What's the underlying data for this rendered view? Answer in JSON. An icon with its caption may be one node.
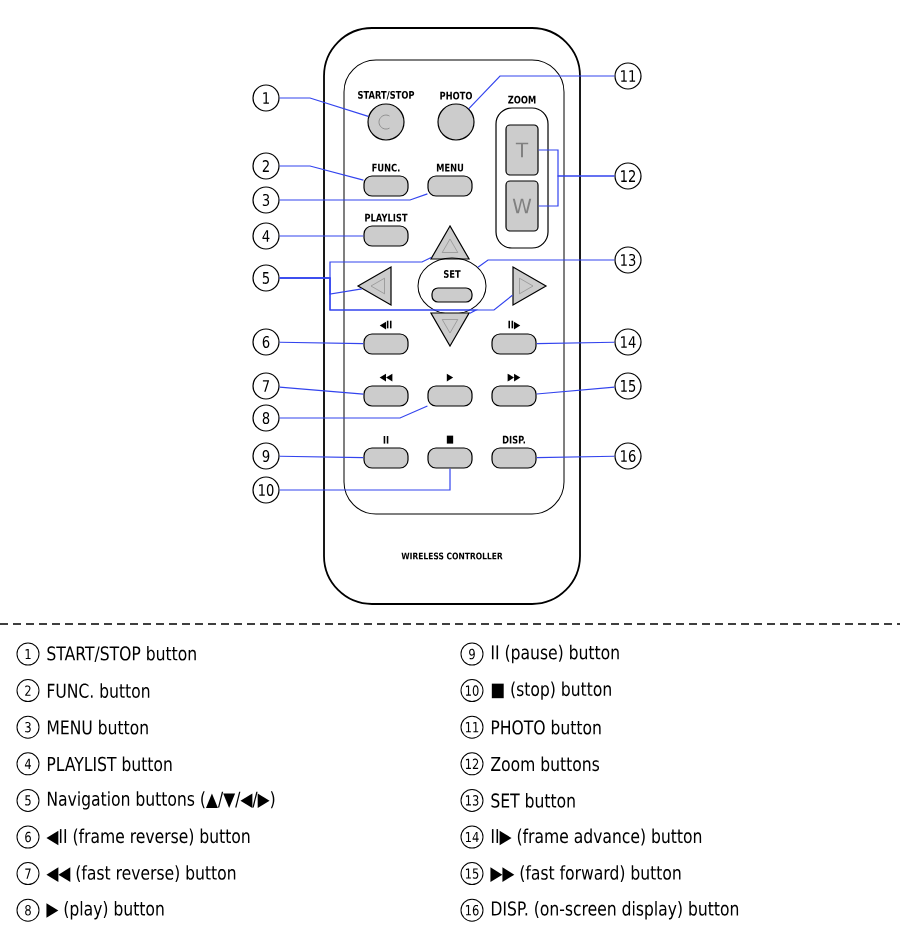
{
  "diagram": {
    "nodes": [
      {
        "text": [
          "WIRELESS CONTROLLER"
        ]
      },
      {
        "text": [
          "START/STOP"
        ],
        "in": 0
      },
      {
        "text": [
          "PHOTO"
        ],
        "in": 0
      },
      {
        "text": [
          "ZOOM"
        ],
        "in": 0
      },
      {
        "text": [
          "T"
        ],
        "in": 3
      },
      {
        "text": [
          "W"
        ],
        "in": 3
      },
      {
        "text": [
          "FUNC."
        ],
        "in": 0
      },
      {
        "text": [
          "MENU"
        ],
        "in": 0
      },
      {
        "text": [
          "PLAYLIST"
        ],
        "in": 0
      },
      {
        "text": [],
        "shape": "triangle",
        "in": 0
      },
      {
        "text": [],
        "shape": "triangle",
        "in": 0
      },
      {
        "text": [
          "SET"
        ],
        "in": 0
      },
      {
        "text": [],
        "shape": "triangle",
        "in": 0
      },
      {
        "text": [],
        "shape": "triangle",
        "in": 0
      },
      {
        "text": [
          "◀II"
        ],
        "in": 0
      },
      {
        "text": [
          "II▶"
        ],
        "in": 0
      },
      {
        "text": [
          "◀◀"
        ],
        "in": 0
      },
      {
        "text": [
          "▶"
        ],
        "in": 0
      },
      {
        "text": [
          "▶▶"
        ],
        "in": 0
      },
      {
        "text": [
          "II"
        ],
        "in": 0
      },
      {
        "text": [
          "■"
        ],
        "in": 0
      },
      {
        "text": [
          "DISP."
        ],
        "in": 0
      },
      {
        "text": [
          "1"
        ]
      },
      {
        "text": [
          "2"
        ]
      },
      {
        "text": [
          "3"
        ]
      },
      {
        "text": [
          "4"
        ]
      },
      {
        "text": [
          "5"
        ]
      },
      {
        "text": [
          "6"
        ]
      },
      {
        "text": [
          "7"
        ]
      },
      {
        "text": [
          "8"
        ]
      },
      {
        "text": [
          "9"
        ]
      },
      {
        "text": [
          "10"
        ]
      },
      {
        "text": [
          "11"
        ]
      },
      {
        "text": [
          "12"
        ]
      },
      {
        "text": [
          "13"
        ]
      },
      {
        "text": [
          "14"
        ]
      },
      {
        "text": [
          "15"
        ]
      },
      {
        "text": [
          "16"
        ]
      }
    ],
    "edges": [
      {
        "from": 22,
        "to": 1,
        "arrow": "none"
      },
      {
        "from": 23,
        "to": 6,
        "arrow": "none"
      },
      {
        "from": 24,
        "to": 7,
        "arrow": "none"
      },
      {
        "from": 25,
        "to": 8,
        "arrow": "none"
      },
      {
        "from": 26,
        "to": 9,
        "arrow": "none"
      },
      {
        "from": 26,
        "to": 10,
        "arrow": "none"
      },
      {
        "from": 26,
        "to": 12,
        "arrow": "none"
      },
      {
        "from": 26,
        "to": 13,
        "arrow": "none"
      },
      {
        "from": 27,
        "to": 14,
        "arrow": "none"
      },
      {
        "from": 28,
        "to": 16,
        "arrow": "none"
      },
      {
        "from": 29,
        "to": 17,
        "arrow": "none"
      },
      {
        "from": 30,
        "to": 19,
        "arrow": "none"
      },
      {
        "from": 31,
        "to": 20,
        "arrow": "none"
      },
      {
        "from": 32,
        "to": 2,
        "arrow": "none"
      },
      {
        "from": 33,
        "to": 4,
        "arrow": "none"
      },
      {
        "from": 33,
        "to": 5,
        "arrow": "none"
      },
      {
        "from": 34,
        "to": 11,
        "arrow": "none"
      },
      {
        "from": 35,
        "to": 15,
        "arrow": "none"
      },
      {
        "from": 36,
        "to": 18,
        "arrow": "none"
      },
      {
        "from": 37,
        "to": 21,
        "arrow": "none"
      }
    ],
    "labels": [
      "1",
      "START/STOP button",
      "2",
      "FUNC. button",
      "3",
      "MENU button",
      "4",
      "PLAYLIST button",
      "5",
      "Navigation buttons (▲/▼/◀/▶)",
      "6",
      "◀II (frame reverse) button",
      "7",
      "◀◀ (fast reverse) button",
      "8",
      "▶ (play) button",
      "9",
      "II (pause) button",
      "10",
      "■ (stop) button",
      "11",
      "PHOTO button",
      "12",
      "Zoom buttons",
      "13",
      "SET button",
      "14",
      "II▶ (frame advance) button",
      "15",
      "▶▶ (fast forward) button",
      "16",
      "DISP. (on-screen display) button"
    ]
  }
}
